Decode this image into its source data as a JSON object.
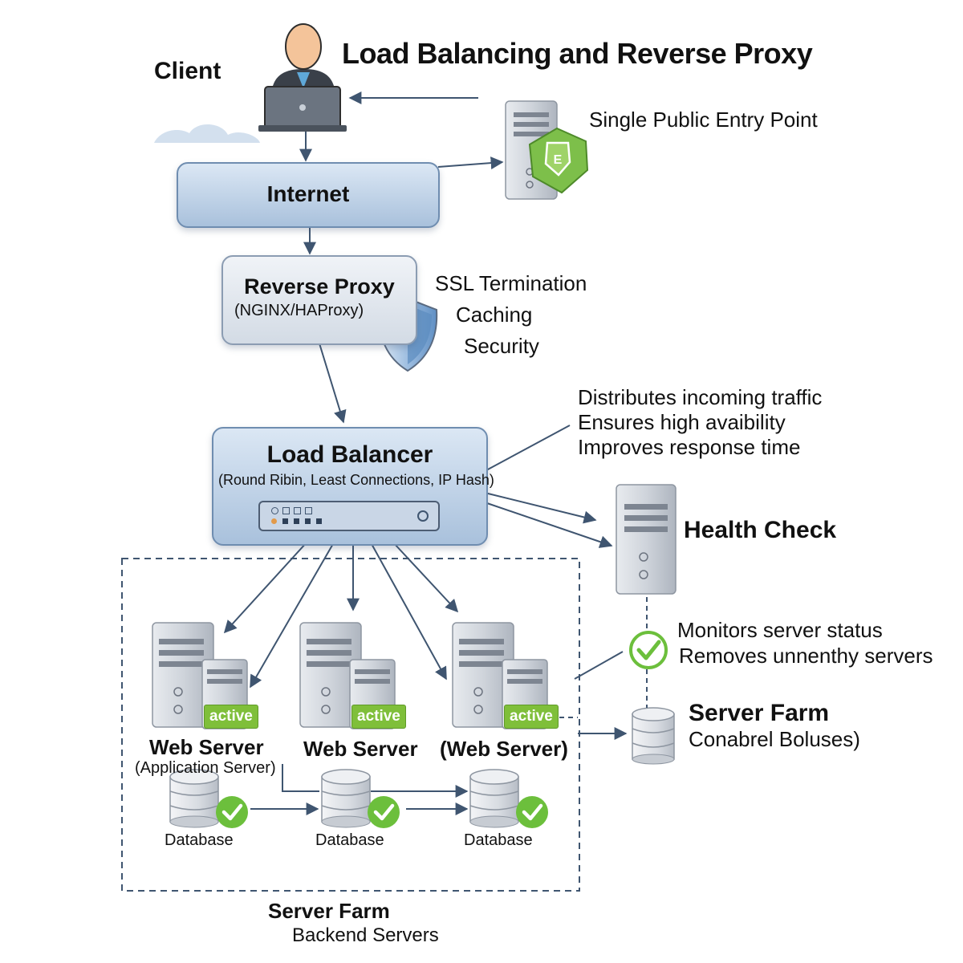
{
  "title": "Load Balancing and Reverse Proxy",
  "client": {
    "label": "Client"
  },
  "internet": {
    "label": "Internet"
  },
  "entry_point": {
    "label": "Single Public Entry Point"
  },
  "reverse_proxy": {
    "title": "Reverse Proxy",
    "subtitle": "(NGINX/HAProxy)",
    "features": [
      "SSL Termination",
      "Caching",
      "Security"
    ]
  },
  "load_balancer": {
    "title": "Load Balancer",
    "subtitle": "(Round Ribin, Least Connections, IP Hash)",
    "notes": [
      "Distributes incoming traffic",
      "Ensures high avaibility",
      "Improves response time"
    ]
  },
  "health_check": {
    "label": "Health Check",
    "notes": [
      "Monitors server status",
      "Removes unnenthy servers"
    ]
  },
  "server_farm_side": {
    "title": "Server Farm",
    "subtitle": "Conabrel Boluses)"
  },
  "web_servers": [
    {
      "name": "Web Server",
      "subtitle": "(Application Server)",
      "status": "active"
    },
    {
      "name": "Web Server",
      "subtitle": "",
      "status": "active"
    },
    {
      "name": "(Web Server)",
      "subtitle": "",
      "status": "active"
    }
  ],
  "databases": [
    {
      "label": "Database"
    },
    {
      "label": "Database"
    },
    {
      "label": "Database"
    }
  ],
  "server_farm": {
    "title": "Server Farm",
    "subtitle": "Backend Servers"
  },
  "colors": {
    "arrow": "#3f5570",
    "box_blue": "#a9c1dc",
    "active_green": "#7fbf3a",
    "check_green": "#6cbf3c",
    "server_gray": "#c9ced6"
  }
}
